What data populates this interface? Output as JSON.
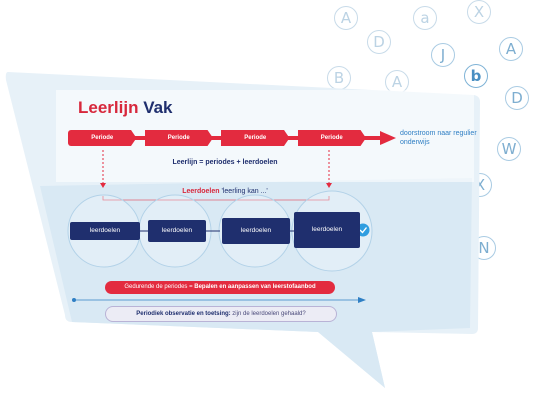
{
  "title": {
    "part1": "Leerlijn",
    "part2": "Vak"
  },
  "periods": [
    "Periode",
    "Periode",
    "Periode",
    "Periode"
  ],
  "doorstroom": "doorstroom naar regulier onderwijs",
  "formula": "Leerlijn = periodes + leerdoelen",
  "leerdoelen_heading": {
    "label": "Leerdoelen",
    "quote": "'leerling kan ...'"
  },
  "goal_boxes": [
    "leerdoelen",
    "leerdoelen",
    "leerdoelen",
    "leerdoelen"
  ],
  "during_bar": {
    "prefix": "Gedurende de periodes = ",
    "bold": "Bepalen en aanpassen van leerstofaanbod"
  },
  "observation": {
    "bold": "Periodiek observatie en toetsing:",
    "rest": " zijn de leerdoelen gehaald?"
  },
  "letters": [
    "A",
    "a",
    "X",
    "D",
    "J",
    "A",
    "B",
    "A",
    "b",
    "D",
    "W",
    "X",
    "N"
  ],
  "colors": {
    "red": "#e32b3f",
    "navy": "#1f2f6e",
    "blue": "#2f7fc4",
    "bubble": "#e4f0f8",
    "check": "#2f9de0"
  }
}
